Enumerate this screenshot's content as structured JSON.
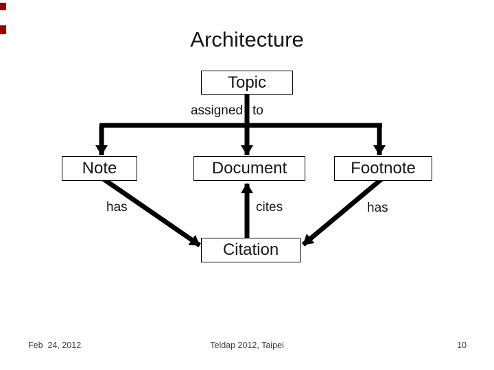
{
  "slide": {
    "title": "Architecture",
    "nodes": {
      "topic": "Topic",
      "note": "Note",
      "document": "Document",
      "footnote": "Footnote",
      "citation": "Citation"
    },
    "edge_labels": {
      "assigned": "assigned",
      "to": "to",
      "note_has": "has",
      "cites": "cites",
      "footnote_has": "has"
    },
    "footer": {
      "date": "Feb  24, 2012",
      "venue": "Teldap 2012, Taipei",
      "page_number": "10"
    },
    "colors": {
      "background": "#ffffff",
      "line": "#000000",
      "edge_mark": "#990000"
    }
  }
}
